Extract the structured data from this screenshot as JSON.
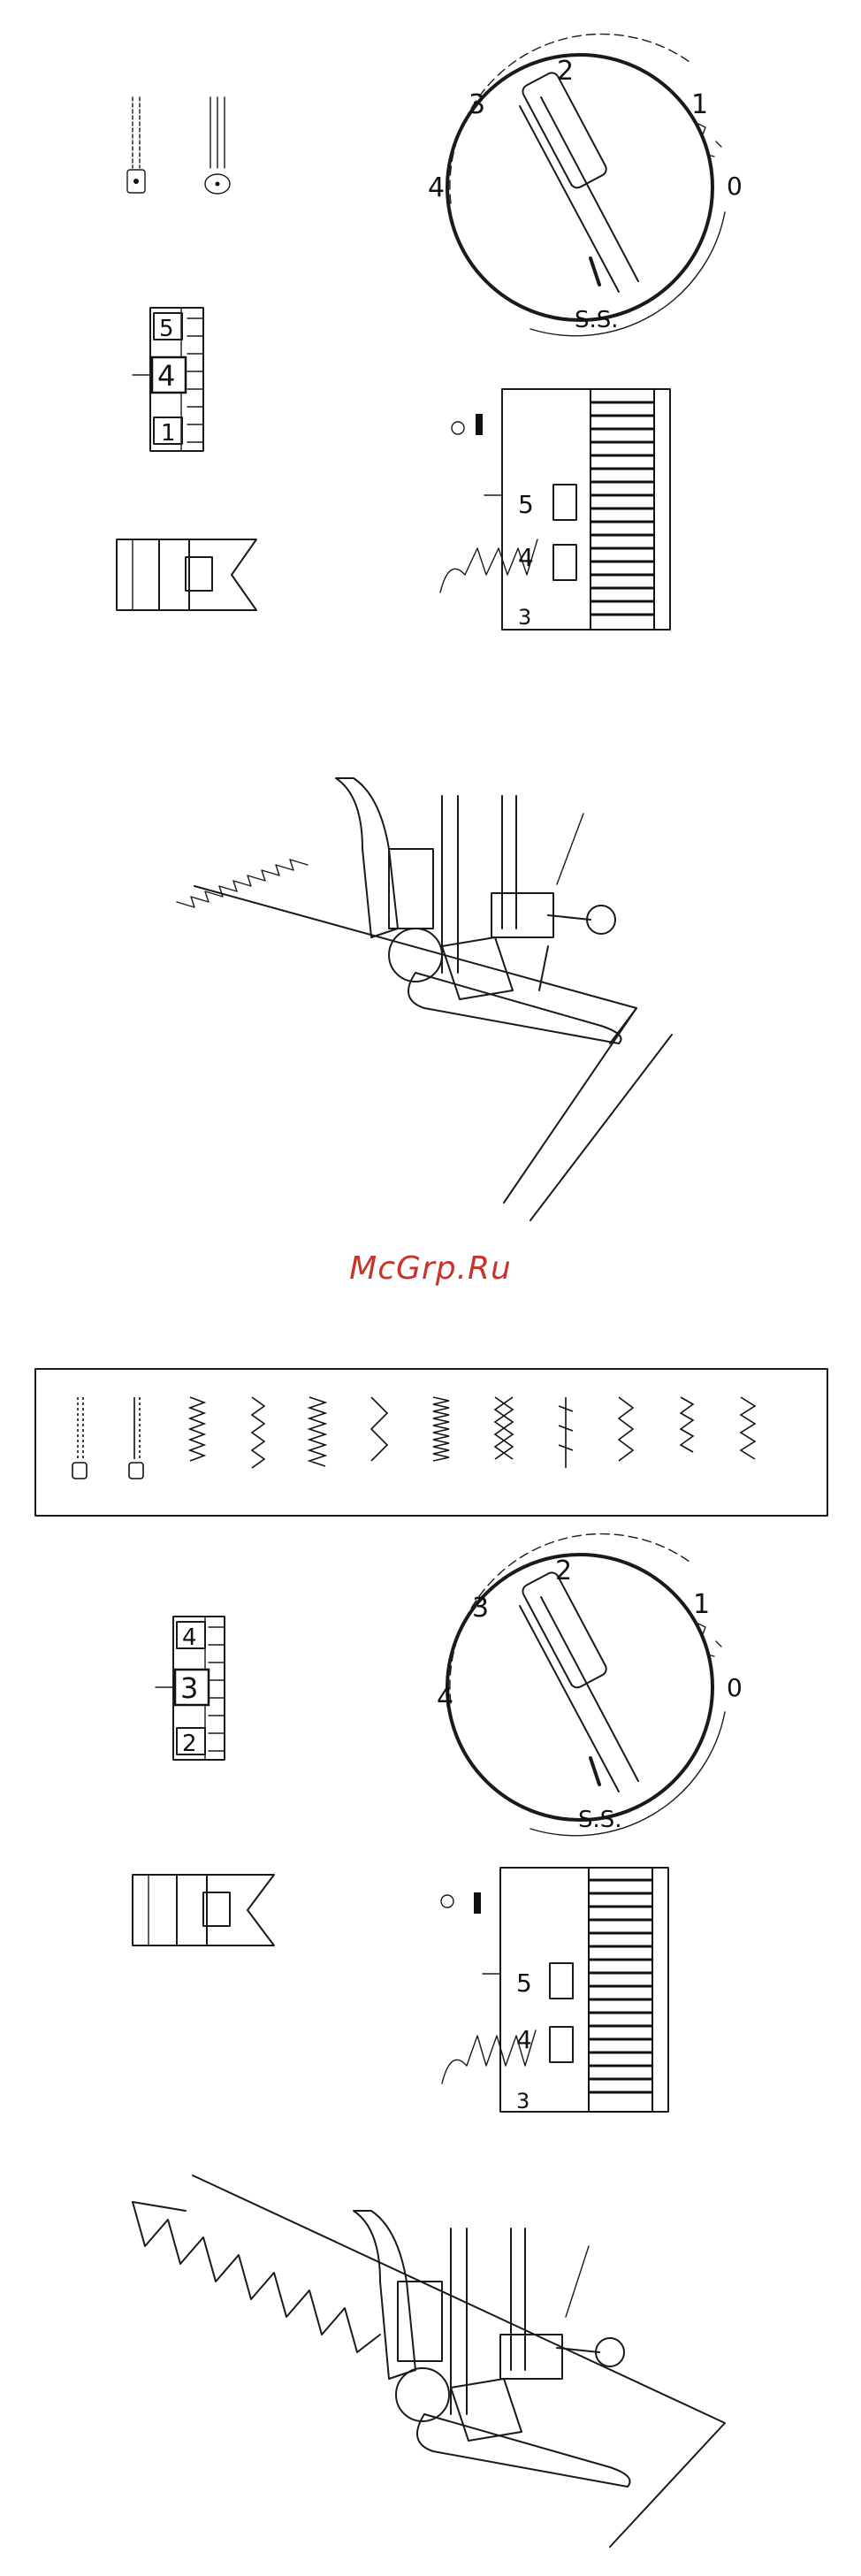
{
  "watermark": {
    "text": "McGrp.Ru",
    "color": "#c8342c"
  },
  "section1": {
    "dial_numbers": [
      "2",
      "3",
      "4",
      "1",
      "0",
      "S.S."
    ],
    "width_scale": [
      "5",
      "4",
      "1"
    ],
    "length_scale": [
      "5",
      "4",
      "3"
    ]
  },
  "section2": {
    "width_scale": [
      "4",
      "3",
      "2"
    ],
    "dial_numbers": [
      "2",
      "3",
      "4",
      "1",
      "0",
      "S.S."
    ],
    "length_scale": [
      "5",
      "4",
      "3"
    ]
  },
  "icons": {
    "presser_foot": "zigzag-foot-icon",
    "needle_position": "needle-position-icon",
    "stitch_dial": "stitch-length-dial-icon",
    "width_selector": "stitch-width-scale-icon"
  }
}
